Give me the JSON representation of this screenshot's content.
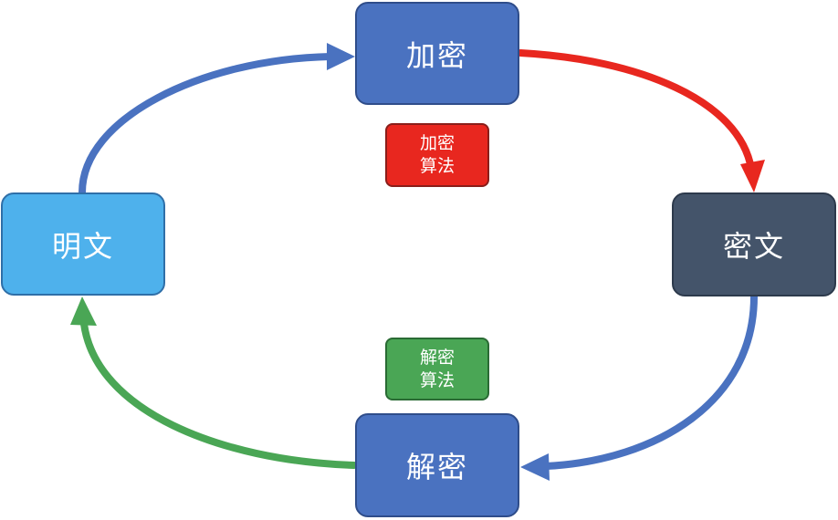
{
  "nodes": {
    "encrypt": "加密",
    "decrypt": "解密",
    "plaintext": "明文",
    "ciphertext": "密文"
  },
  "algorithms": {
    "encrypt": {
      "line1": "加密",
      "line2": "算法"
    },
    "decrypt": {
      "line1": "解密",
      "line2": "算法"
    }
  },
  "colors": {
    "blue_arrow": "#4a72c0",
    "red_arrow": "#e8271f",
    "green_arrow": "#4aa655",
    "process_box": "#4a72c0",
    "plaintext_box": "#4eb1ec",
    "ciphertext_box": "#44546a",
    "encrypt_algo_box": "#e8271f",
    "decrypt_algo_box": "#4aa655"
  }
}
